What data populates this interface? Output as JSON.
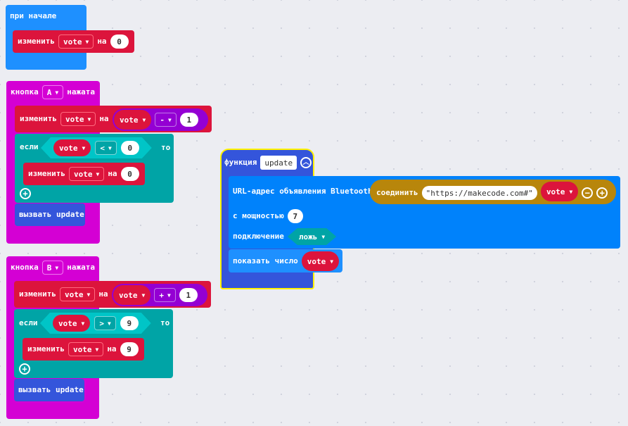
{
  "blocks": {
    "on_start": {
      "title": "при начале",
      "set_label": "изменить",
      "var": "vote",
      "on_label": "на",
      "value": "0"
    },
    "button_a": {
      "btn_label": "кнопка",
      "btn": "A",
      "pressed_label": "нажата",
      "set1": {
        "label": "изменить",
        "var": "vote",
        "on": "на",
        "operand_var": "vote",
        "op": "-",
        "num": "1"
      },
      "if": {
        "label": "если",
        "var": "vote",
        "cmp": "<",
        "num": "0",
        "then": "то"
      },
      "set2": {
        "label": "изменить",
        "var": "vote",
        "on": "на",
        "value": "0"
      },
      "call": "вызвать update"
    },
    "button_b": {
      "btn_label": "кнопка",
      "btn": "B",
      "pressed_label": "нажата",
      "set1": {
        "label": "изменить",
        "var": "vote",
        "on": "на",
        "operand_var": "vote",
        "op": "+",
        "num": "1"
      },
      "if": {
        "label": "если",
        "var": "vote",
        "cmp": ">",
        "num": "9",
        "then": "то"
      },
      "set2": {
        "label": "изменить",
        "var": "vote",
        "on": "на",
        "value": "9"
      },
      "call": "вызвать update"
    },
    "function_update": {
      "label": "функция",
      "name": "update",
      "advertise_label": "URL-адрес объявления Bluetooth",
      "join_label": "соединить",
      "url": "\"https://makecode.com#\"",
      "join_var": "vote",
      "power_label": "с мощностью",
      "power_value": "7",
      "connect_label": "подключение",
      "connect_value": "ложь",
      "show_label": "показать число",
      "show_var": "vote"
    }
  },
  "colors": {
    "basic": "#1e90ff",
    "variables": "#dc143c",
    "input": "#d400d4",
    "logic": "#00a4a6",
    "math": "#9400d3",
    "functions": "#3455db",
    "text": "#b8860b",
    "bluetooth": "#0082fb"
  }
}
